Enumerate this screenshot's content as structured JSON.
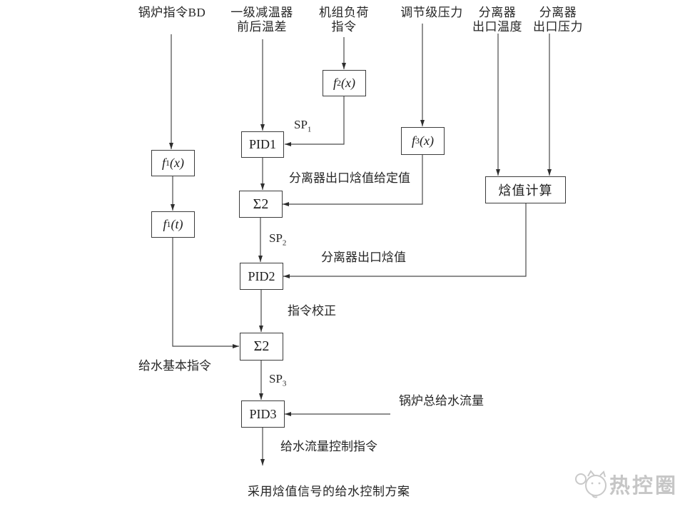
{
  "inputs": {
    "boiler_cmd": [
      "锅炉指令BD"
    ],
    "desuperheater": [
      "一级减温器",
      "前后温差"
    ],
    "unit_load": [
      "机组负荷",
      "指令"
    ],
    "stage_pressure": [
      "调节级压力"
    ],
    "sep_temp": [
      "分离器",
      "出口温度"
    ],
    "sep_press": [
      "分离器",
      "出口压力"
    ]
  },
  "blocks": {
    "f1x": {
      "f": "f",
      "sub": "1",
      "arg": "(x)"
    },
    "f1t": {
      "f": "f",
      "sub": "1",
      "arg": "(t)"
    },
    "f2x": {
      "f": "f",
      "sub": "2",
      "arg": "(x)"
    },
    "f3x": {
      "f": "f",
      "sub": "3",
      "arg": "(x)"
    },
    "pid1": "PID1",
    "pid2": "PID2",
    "pid3": "PID3",
    "sum1": "Σ2",
    "sum2": "Σ2",
    "enthalpy_calc": "焓值计算"
  },
  "edge_labels": {
    "sp1": {
      "text": "SP",
      "sub": "1"
    },
    "sp2": {
      "text": "SP",
      "sub": "2"
    },
    "sp3": {
      "text": "SP",
      "sub": "3"
    },
    "sep_outlet_enthalpy_setpoint": "分离器出口焓值给定值",
    "sep_outlet_enthalpy": "分离器出口焓值",
    "cmd_correction": "指令校正",
    "feedwater_basic_cmd": "给水基本指令",
    "boiler_total_feedwater_flow": "锅炉总给水流量",
    "feedwater_flow_control_cmd": "给水流量控制指令"
  },
  "caption": "采用焓值信号的给水控制方案",
  "watermark": {
    "text": "热控圈"
  },
  "colors": {
    "ink": "#3c3c3c",
    "text": "#262626",
    "watermark_gray": "#c6c6c6",
    "background": "#ffffff"
  }
}
